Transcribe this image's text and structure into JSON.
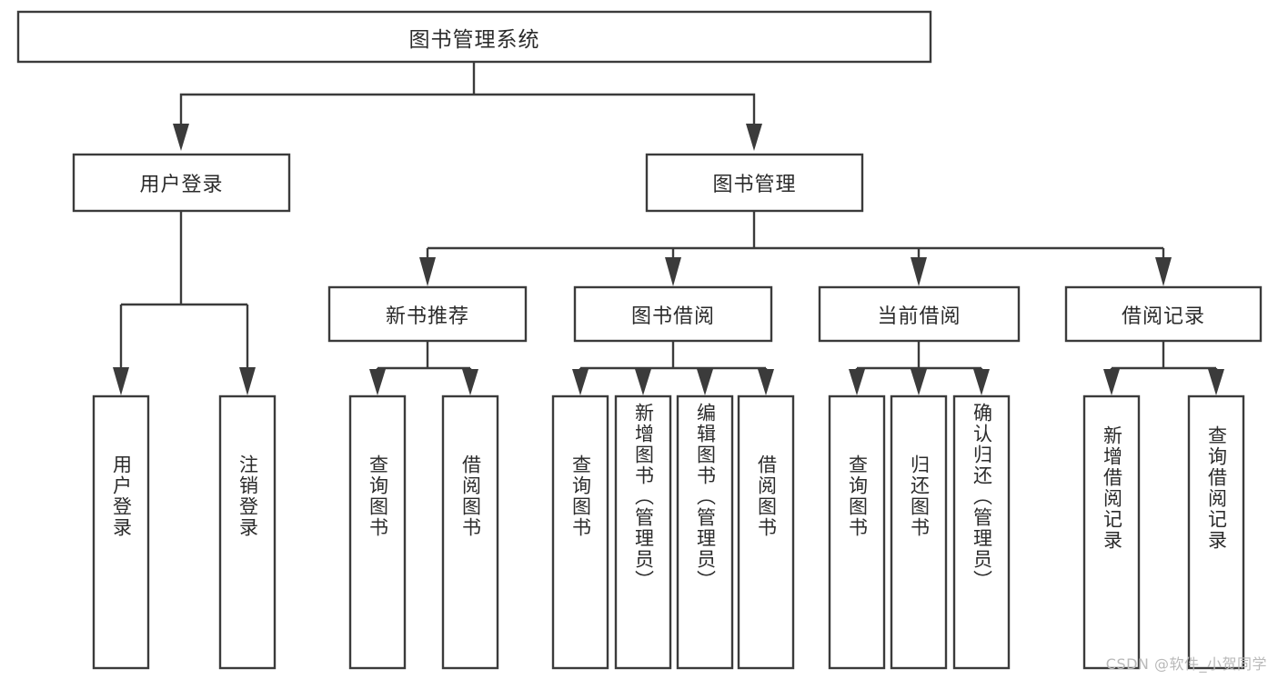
{
  "diagram": {
    "type": "tree-structure-chart",
    "title": "图书管理系统",
    "background_color": "#ffffff",
    "line_color": "#3b3b3b",
    "text_color": "#2b2b2b",
    "watermark": "CSDN @软件_小贺同学",
    "root": {
      "label": "图书管理系统"
    },
    "level2": [
      {
        "label": "用户登录"
      },
      {
        "label": "图书管理"
      }
    ],
    "level3": [
      {
        "label": "新书推荐"
      },
      {
        "label": "图书借阅"
      },
      {
        "label": "当前借阅"
      },
      {
        "label": "借阅记录"
      }
    ],
    "leaves": {
      "user_login": [
        {
          "label": "用户登录"
        },
        {
          "label": "注销登录"
        }
      ],
      "new_book_recommend": [
        {
          "label": "查询图书"
        },
        {
          "label": "借阅图书"
        }
      ],
      "book_borrow": [
        {
          "label": "查询图书"
        },
        {
          "label": "新增图书（管理员）"
        },
        {
          "label": "编辑图书（管理员）"
        },
        {
          "label": "借阅图书"
        }
      ],
      "current_borrow": [
        {
          "label": "查询图书"
        },
        {
          "label": "归还图书"
        },
        {
          "label": "确认归还（管理员）"
        }
      ],
      "borrow_record": [
        {
          "label": "新增借阅记录"
        },
        {
          "label": "查询借阅记录"
        }
      ]
    }
  }
}
